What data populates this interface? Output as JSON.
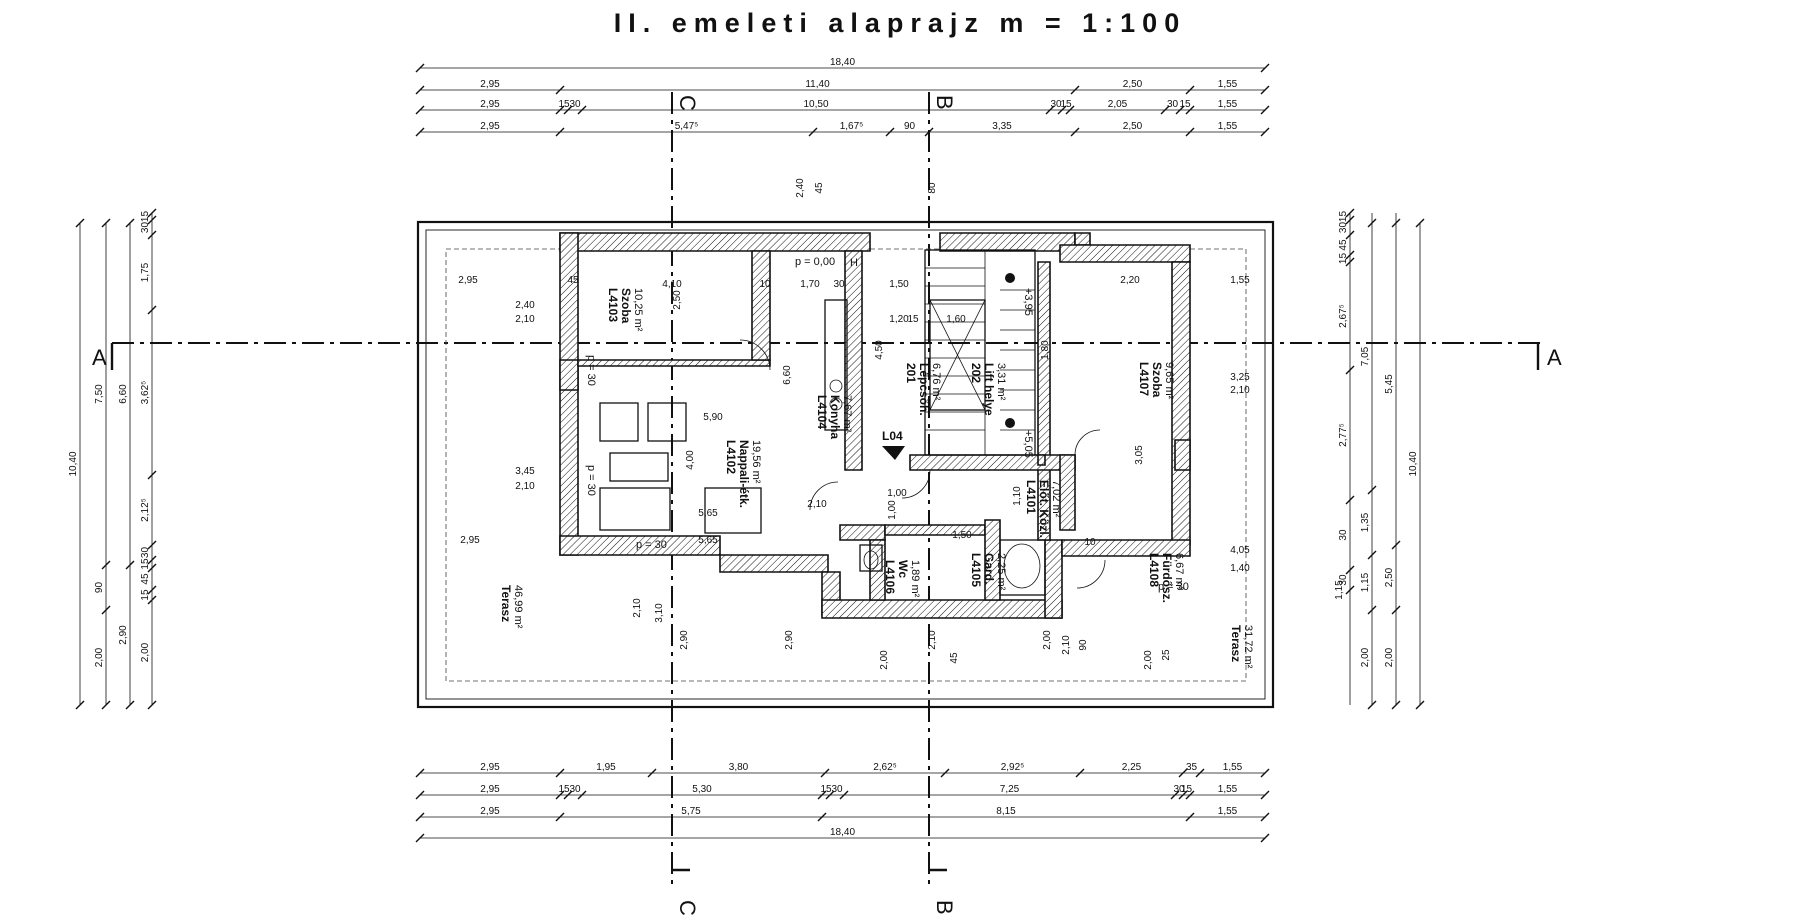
{
  "title": "II. emeleti alaprajz m = 1:100",
  "sections": {
    "c": "C",
    "b": "B",
    "a": "A"
  },
  "top_dims": {
    "row1": [
      "18,40"
    ],
    "row2": [
      "2,95",
      "11,40",
      "2,50",
      "1,55"
    ],
    "row3": [
      "2,95",
      "15",
      "30",
      "10,50",
      "30",
      "15",
      "2,05",
      "30",
      "15",
      "1,55"
    ],
    "row4": [
      "2,95",
      "5,47⁵",
      "1,67⁵",
      "90",
      "3,35",
      "2,50",
      "1,55"
    ]
  },
  "bottom_dims": {
    "row1": [
      "2,95",
      "1,95",
      "3,80",
      "2,62⁵",
      "2,92⁵",
      "2,25",
      "35",
      "1,55"
    ],
    "row2": [
      "2,95",
      "15",
      "30",
      "5,30",
      "15",
      "30",
      "7,25",
      "30",
      "15",
      "1,55"
    ],
    "row3": [
      "2,95",
      "5,75",
      "8,15",
      "1,55"
    ],
    "row4": [
      "18,40"
    ]
  },
  "left_dims": {
    "col1": [
      "10,40"
    ],
    "col2": [
      "7,50",
      "90",
      "2,00"
    ],
    "col3": [
      "6,60",
      "2,90"
    ],
    "col4": [
      "15",
      "30",
      "1,75",
      "3,62⁵",
      "2,12⁵",
      "30",
      "15",
      "45",
      "15",
      "2,00"
    ]
  },
  "right_dims": {
    "col1": [
      "10,40"
    ],
    "col2": [
      "5,45",
      "2,50",
      "2,00"
    ],
    "col3": [
      "7,05",
      "1,35",
      "1,15",
      "2,00"
    ],
    "col4": [
      "15",
      "30",
      "45",
      "15",
      "2,67⁵",
      "2,77⁵",
      "30",
      "30"
    ]
  },
  "rooms": [
    {
      "code": "L4103",
      "name": "Szoba",
      "area": "10,25 m²"
    },
    {
      "code": "L4102",
      "name": "Nappali-étk.",
      "area": "19,56 m²"
    },
    {
      "code": "L4104",
      "name": "Konyha",
      "area": "7,67 m²"
    },
    {
      "code": "201",
      "name": "Lépcsőh.",
      "area": "6,76 m²"
    },
    {
      "code": "202",
      "name": "Lift helye",
      "area": "3,31 m²"
    },
    {
      "code": "L4107",
      "name": "Szoba",
      "area": "9,65 m²"
    },
    {
      "code": "L4101",
      "name": "Előt. Közl.",
      "area": "7,02 m²"
    },
    {
      "code": "L4105",
      "name": "Gard.",
      "area": "2,25 m²"
    },
    {
      "code": "L4106",
      "name": "Wc",
      "area": "1,89 m²"
    },
    {
      "code": "L4108",
      "name": "Fürdősz.",
      "area": "6,67 m²"
    },
    {
      "code": "",
      "name": "Terasz",
      "area": "46,99 m²"
    },
    {
      "code": "",
      "name": "Terasz",
      "area": "31,72 m²"
    }
  ],
  "annotations": {
    "p0": "p = 0,00",
    "p30": "p = 30",
    "l04": "L04",
    "lvl1": "+3,95",
    "lvl2": "+5,05",
    "h": "H"
  },
  "inner_dims": [
    "2,95",
    "2,40",
    "2,10",
    "45",
    "4,10",
    "10",
    "1,70",
    "30",
    "1,50",
    "1,20",
    "1,60",
    "15",
    "2,20",
    "1,55",
    "5,90",
    "3,45",
    "2,10",
    "2,95",
    "5,65",
    "5,65",
    "2,10",
    "1,00",
    "4,00",
    "1,50",
    "1,10",
    "10",
    "4,05",
    "1,40",
    "2,10",
    "3,10",
    "2,90",
    "2,90",
    "2,00",
    "2,10",
    "45",
    "2,00",
    "90",
    "2,10",
    "2,00",
    "25",
    "3,25",
    "2,10",
    "6,60",
    "4,50",
    "1,80",
    "2,50",
    "3,05",
    "1,00",
    "2,40",
    "80",
    "45",
    "1,15"
  ]
}
